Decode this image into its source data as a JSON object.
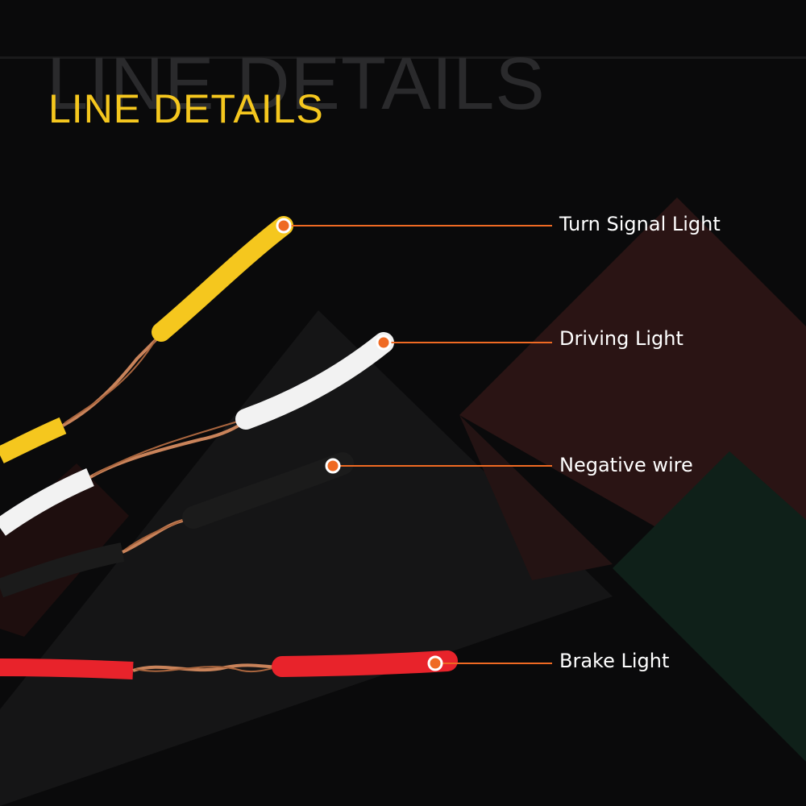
{
  "title": "LINE DETAILS",
  "title_shadow": "LINE DETAILS",
  "wires": [
    {
      "label": "Turn Signal Light",
      "color": "#f5c71e"
    },
    {
      "label": "Driving Light",
      "color": "#f2f2f2"
    },
    {
      "label": "Negative wire",
      "color": "#1b1b1b"
    },
    {
      "label": "Brake Light",
      "color": "#e8232b"
    }
  ],
  "colors": {
    "background": "#0a0a0b",
    "title": "#f5c71e",
    "leader": "#ef6a23",
    "copper": "#c9835a"
  }
}
